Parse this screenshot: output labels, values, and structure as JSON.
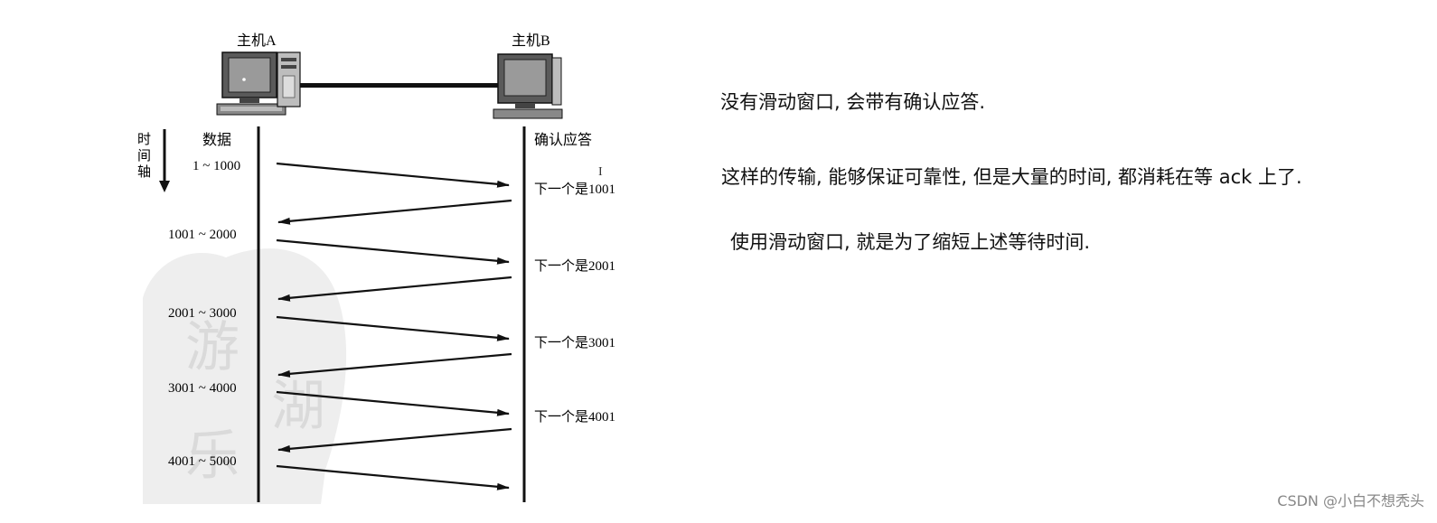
{
  "diagram": {
    "host_a_label": "主机A",
    "host_b_label": "主机B",
    "time_axis_label": [
      "时",
      "间",
      "轴"
    ],
    "data_column_label": "数据",
    "ack_column_label": "确认应答",
    "segments": [
      {
        "range": "1 ~ 1000",
        "ack": "下一个是1001"
      },
      {
        "range": "1001 ~ 2000",
        "ack": "下一个是2001"
      },
      {
        "range": "2001 ~ 3000",
        "ack": "下一个是3001"
      },
      {
        "range": "3001 ~ 4000",
        "ack": "下一个是4001"
      },
      {
        "range": "4001 ~ 5000",
        "ack": ""
      }
    ]
  },
  "notes": {
    "line1": "没有滑动窗口, 会带有确认应答.",
    "line2": "这样的传输, 能够保证可靠性, 但是大量的时间, 都消耗在等 ack 上了.",
    "line3": "使用滑动窗口, 就是为了缩短上述等待时间."
  },
  "watermark": "CSDN @小白不想秃头"
}
